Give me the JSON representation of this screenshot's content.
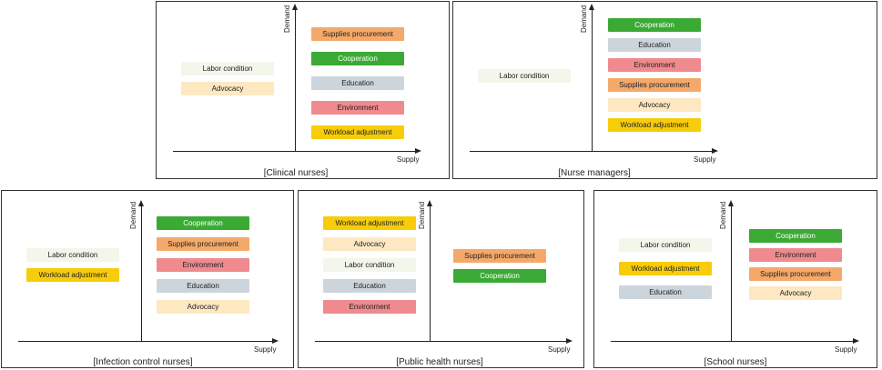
{
  "axis": {
    "y_label": "Demand",
    "x_label": "Supply"
  },
  "categories": {
    "supplies": {
      "label": "Supplies procurement",
      "color": "#f4a96a"
    },
    "cooperation": {
      "label": "Cooperation",
      "color": "#3aaa35"
    },
    "education": {
      "label": "Education",
      "color": "#cdd5dc"
    },
    "environment": {
      "label": "Environment",
      "color": "#ef8a8e"
    },
    "workload": {
      "label": "Workload adjustment",
      "color": "#f7cd0a"
    },
    "labor": {
      "label": "Labor condition",
      "color": "#f3f6ea"
    },
    "advocacy": {
      "label": "Advocacy",
      "color": "#fde8c2"
    }
  },
  "panels": [
    {
      "title": "[Clinical nurses]",
      "left": [
        "labor",
        "advocacy"
      ],
      "right": [
        "supplies",
        "cooperation",
        "education",
        "environment",
        "workload"
      ]
    },
    {
      "title": "[Nurse managers]",
      "left": [
        "labor"
      ],
      "right": [
        "cooperation",
        "education",
        "environment",
        "supplies",
        "advocacy",
        "workload"
      ]
    },
    {
      "title": "[Infection control nurses]",
      "left": [
        "labor",
        "workload"
      ],
      "right": [
        "cooperation",
        "supplies",
        "environment",
        "education",
        "advocacy"
      ]
    },
    {
      "title": "[Public health nurses]",
      "left": [
        "workload",
        "advocacy",
        "labor",
        "education",
        "environment"
      ],
      "right": [
        "supplies",
        "cooperation"
      ]
    },
    {
      "title": "[School nurses]",
      "left": [
        "labor",
        "workload",
        "education"
      ],
      "right": [
        "cooperation",
        "environment",
        "supplies",
        "advocacy"
      ]
    }
  ]
}
